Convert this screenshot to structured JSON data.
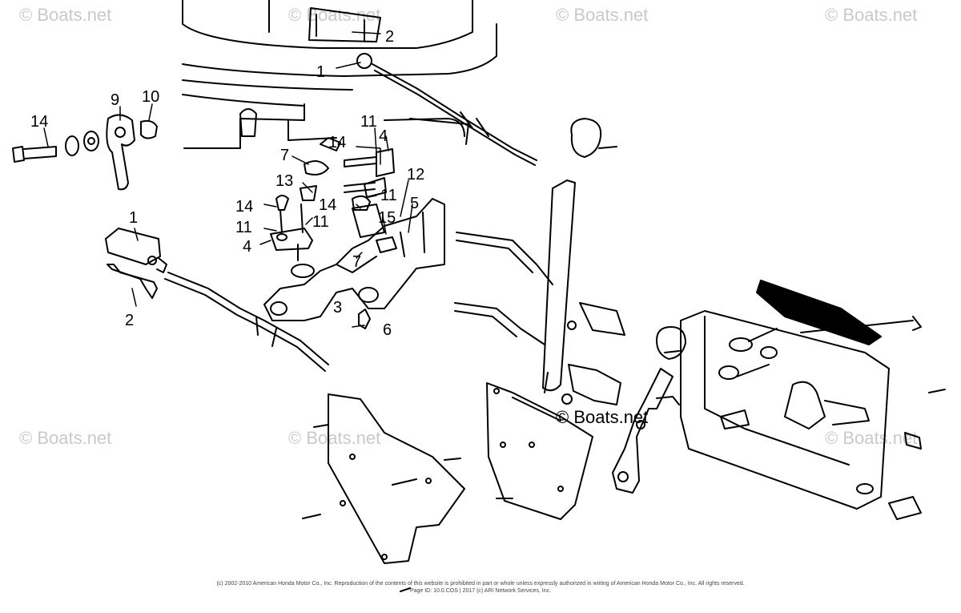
{
  "watermark": {
    "text": "© Boats.net",
    "color": "#c9c9c9"
  },
  "center_watermark": "© Boats.net",
  "callouts": [
    {
      "id": "c2-top",
      "text": "2"
    },
    {
      "id": "c1-top",
      "text": "1"
    },
    {
      "id": "c14-left",
      "text": "14"
    },
    {
      "id": "c9",
      "text": "9"
    },
    {
      "id": "c10",
      "text": "10"
    },
    {
      "id": "c11-a",
      "text": "11"
    },
    {
      "id": "c4-a",
      "text": "4"
    },
    {
      "id": "c14-b",
      "text": "14"
    },
    {
      "id": "c7-a",
      "text": "7"
    },
    {
      "id": "c12",
      "text": "12"
    },
    {
      "id": "c13",
      "text": "13"
    },
    {
      "id": "c11-b",
      "text": "11"
    },
    {
      "id": "c5",
      "text": "5"
    },
    {
      "id": "c14-c",
      "text": "14"
    },
    {
      "id": "c14-d",
      "text": "14"
    },
    {
      "id": "c11-c",
      "text": "11"
    },
    {
      "id": "c11-d",
      "text": "11"
    },
    {
      "id": "c15",
      "text": "15"
    },
    {
      "id": "c1-mid",
      "text": "1"
    },
    {
      "id": "c4-b",
      "text": "4"
    },
    {
      "id": "c7-b",
      "text": "7"
    },
    {
      "id": "c3",
      "text": "3"
    },
    {
      "id": "c2-mid",
      "text": "2"
    },
    {
      "id": "c6",
      "text": "6"
    }
  ],
  "copyright": {
    "line1": "(c) 2002-2010 American Honda Motor Co., Inc. Reproduction of the contents of this website is prohibited in part or whole unless expressly authorized in writing of American Honda Motor Co., Inc. All rights reserved.",
    "line2": "Page ID: 10.0.COS | 2017 (c) ARI Network Services, Inc."
  }
}
